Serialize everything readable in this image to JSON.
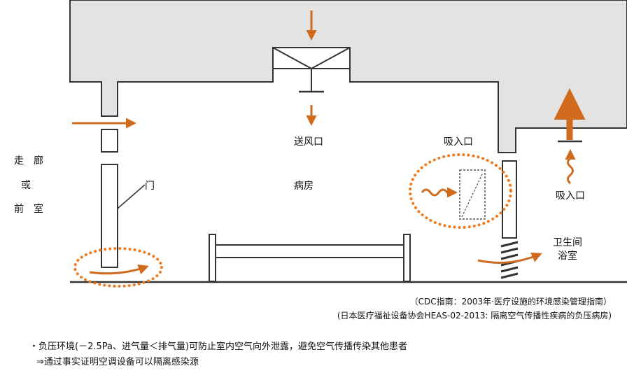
{
  "labels": {
    "corridor_line1": "走　廊",
    "corridor_line2": "或",
    "corridor_line3": "前　室",
    "door": "门",
    "supply_vent": "送风口",
    "room": "病房",
    "exhaust_vent_room": "吸入口",
    "exhaust_vent_bath": "吸入口",
    "bathroom_line1": "卫生间",
    "bathroom_line2": "浴室"
  },
  "sources": {
    "line1": "（CDC指南：2003年·医疗设施的环境感染管理指南）",
    "line2": "(日本医疗福祉设备协会HEAS-02-2013: 隔离空气传播性疾病的负压病房)"
  },
  "notes": {
    "line1": "・负压环境(－2.5Pa、进气量＜排气量)可防止室内空气向外泄露，避免空气传播传染其他患者",
    "line2": "⇒通过事实证明空调设备可以隔离感染源"
  },
  "colors": {
    "airflow": "#d06a1c",
    "ceiling_fill": "#e3e3e3",
    "wall_stroke": "#333333"
  }
}
